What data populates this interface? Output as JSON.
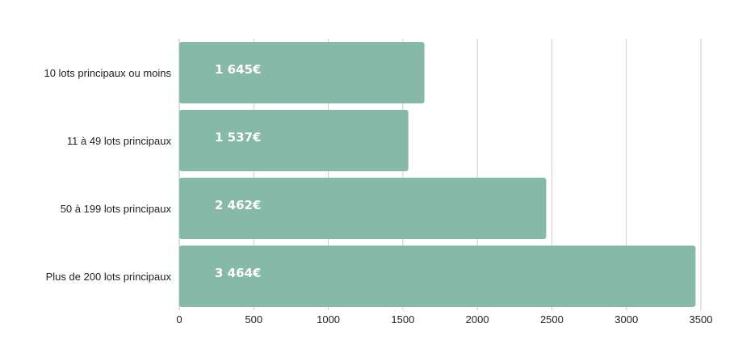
{
  "chart_data": {
    "type": "bar",
    "orientation": "horizontal",
    "title": "",
    "xlabel": "",
    "ylabel": "",
    "categories": [
      "10 lots principaux ou moins",
      "11 à 49 lots principaux",
      "50 à 199 lots principaux",
      "Plus de 200 lots principaux"
    ],
    "values": [
      1645,
      1537,
      2462,
      3464
    ],
    "data_labels": [
      "1 645€",
      "1 537€",
      "2 462€",
      "3 464€"
    ],
    "xlim": [
      0,
      3500
    ],
    "xticks": [
      0,
      500,
      1000,
      1500,
      2000,
      2500,
      3000,
      3500
    ],
    "grid": true,
    "bar_color": "#86b9a7",
    "grid_color": "#cccccc"
  }
}
